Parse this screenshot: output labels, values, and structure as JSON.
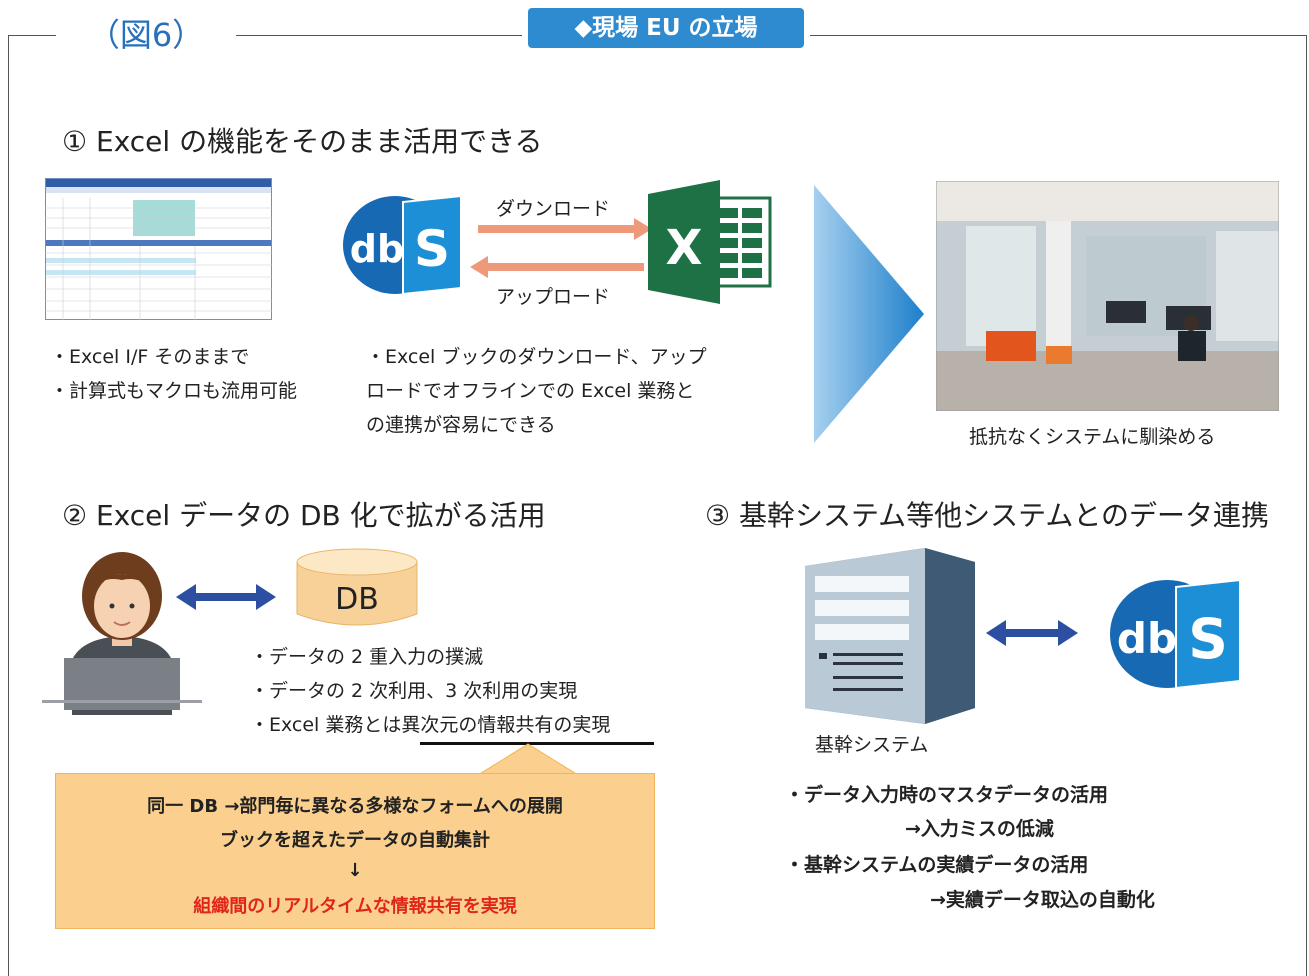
{
  "figure_label": "（図6）",
  "banner": "◆現場 EU の立場",
  "section1": {
    "heading": "① Excel の機能をそのまま活用できる",
    "download": "ダウンロード",
    "upload": "アップロード",
    "bullets_left": [
      "・Excel I/F そのままで",
      "・計算式もマクロも流用可能"
    ],
    "bullets_mid": [
      "・Excel ブックのダウンロード、アップ",
      "ロードでオフラインでの Excel 業務と",
      "の連携が容易にできる"
    ],
    "photo_caption": "抵抗なくシステムに馴染める"
  },
  "section2": {
    "heading": "② Excel データの DB 化で拡がる活用",
    "db_label": "DB",
    "bullets": [
      "・データの 2 重入力の撲滅",
      "・データの 2 次利用、3 次利用の実現"
    ],
    "bullet3_prefix": "・Excel 業務とは",
    "bullet3_underlined": "異次元の情報共有の実現",
    "note_lines": [
      "同一 DB →部門毎に異なる多様なフォームへの展開",
      "ブックを超えたデータの自動集計",
      "↓"
    ],
    "note_highlight": "組織間のリアルタイムな情報共有を実現"
  },
  "section3": {
    "heading": "③ 基幹システム等他システムとのデータ連携",
    "server_label": "基幹システム",
    "bullets": [
      "・データ入力時のマスタデータの活用",
      "→入力ミスの低減",
      "・基幹システムの実績データの活用",
      "→実績データ取込の自動化"
    ]
  },
  "logo_text": "dbS",
  "excel_letter": "X",
  "colors": {
    "blue": "#2a6fba",
    "orange_arrow": "#ee9a7a",
    "excel_green": "#1e7145",
    "note_bg": "#fbd08e",
    "red": "#e0251b",
    "arrow_blue": "#2c4fa2"
  }
}
